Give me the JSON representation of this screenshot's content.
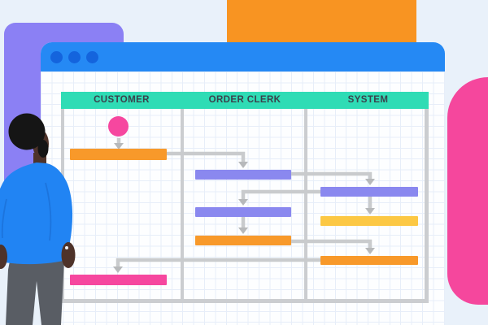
{
  "colors": {
    "bg": "#e9f1fa",
    "decor-purple": "#8b80f4",
    "decor-orange": "#f89422",
    "decor-pink": "#f5479d",
    "titlebar": "#2589f4",
    "titlebar-dot": "#1464dd",
    "window-bg": "#fdfeff",
    "grid-line": "#e7eef9",
    "lane-header": "#2fdcb5",
    "lane-header-text": "#3a424c",
    "table-border": "#cbcdd0",
    "connector": "#c9cbcd",
    "arrowhead": "#b7b9bb",
    "node-orange": "#f8992a",
    "node-purple": "#8a88ef",
    "node-yellow": "#fcc844",
    "node-pink": "#f6479f",
    "skin": "#4e332a",
    "hair": "#151515",
    "shirt": "#2184f3",
    "shirt-seam": "#1b6fd6",
    "pants": "#595d64",
    "ring": "#eef2f6"
  },
  "browser": {
    "window_dots": 3
  },
  "diagram": {
    "type": "swimlane-flowchart",
    "lanes": [
      {
        "id": "customer",
        "label": "CUSTOMER"
      },
      {
        "id": "order-clerk",
        "label": "ORDER CLERK"
      },
      {
        "id": "system",
        "label": "SYSTEM"
      }
    ],
    "nodes": [
      {
        "id": "customer-start",
        "lane": "customer",
        "shape": "circle",
        "color": "node-pink"
      },
      {
        "id": "customer-task",
        "lane": "customer",
        "shape": "bar",
        "color": "node-orange"
      },
      {
        "id": "clerk-task-1",
        "lane": "order-clerk",
        "shape": "bar",
        "color": "node-purple"
      },
      {
        "id": "system-task-1",
        "lane": "system",
        "shape": "bar",
        "color": "node-purple"
      },
      {
        "id": "clerk-task-2",
        "lane": "order-clerk",
        "shape": "bar",
        "color": "node-purple"
      },
      {
        "id": "system-task-2",
        "lane": "system",
        "shape": "bar",
        "color": "node-yellow"
      },
      {
        "id": "clerk-task-3",
        "lane": "order-clerk",
        "shape": "bar",
        "color": "node-orange"
      },
      {
        "id": "system-task-3",
        "lane": "system",
        "shape": "bar",
        "color": "node-orange"
      },
      {
        "id": "customer-end",
        "lane": "customer",
        "shape": "bar",
        "color": "node-pink"
      }
    ],
    "edges": [
      {
        "from": "customer-start",
        "to": "customer-task"
      },
      {
        "from": "customer-task",
        "to": "clerk-task-1"
      },
      {
        "from": "clerk-task-1",
        "to": "system-task-1"
      },
      {
        "from": "system-task-1",
        "to": "clerk-task-2"
      },
      {
        "from": "system-task-1",
        "to": "system-task-2"
      },
      {
        "from": "clerk-task-2",
        "to": "clerk-task-3"
      },
      {
        "from": "clerk-task-3",
        "to": "system-task-3"
      },
      {
        "from": "system-task-3",
        "to": "customer-end"
      }
    ]
  }
}
